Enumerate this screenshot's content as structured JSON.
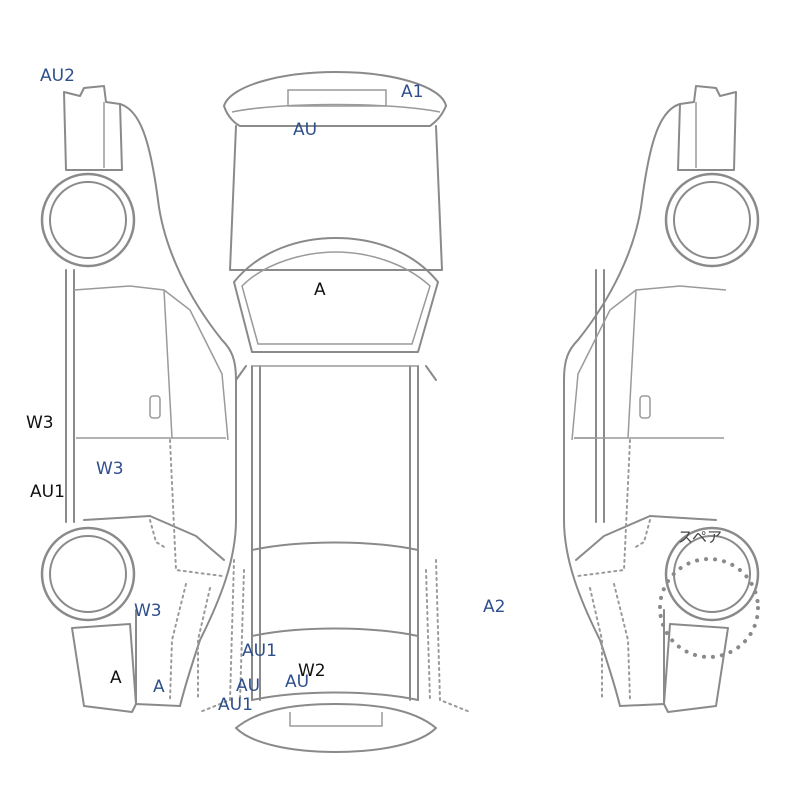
{
  "labels": [
    {
      "id": "au2",
      "text": "AU2"
    },
    {
      "id": "a1",
      "text": "A1"
    },
    {
      "id": "au-top",
      "text": "AU"
    },
    {
      "id": "a-roof",
      "text": "A"
    },
    {
      "id": "w3-left-out",
      "text": "W3"
    },
    {
      "id": "w3-left-door",
      "text": "W3"
    },
    {
      "id": "au1-left",
      "text": "AU1"
    },
    {
      "id": "w3-left-rear",
      "text": "W3"
    },
    {
      "id": "a-left-bumper",
      "text": "A"
    },
    {
      "id": "a-left-quarter",
      "text": "A"
    },
    {
      "id": "au1-rear-upper",
      "text": "AU1"
    },
    {
      "id": "au-rear-left",
      "text": "AU"
    },
    {
      "id": "au1-rear-lower",
      "text": "AU1"
    },
    {
      "id": "au-rear-right",
      "text": "AU"
    },
    {
      "id": "w2-rear",
      "text": "W2"
    },
    {
      "id": "a2-right",
      "text": "A2"
    }
  ],
  "spare": {
    "label": "スペア"
  },
  "colors": {
    "annotation_blue": "#2e4f8c",
    "annotation_black": "#111111",
    "outline": "#8a8a8a"
  }
}
